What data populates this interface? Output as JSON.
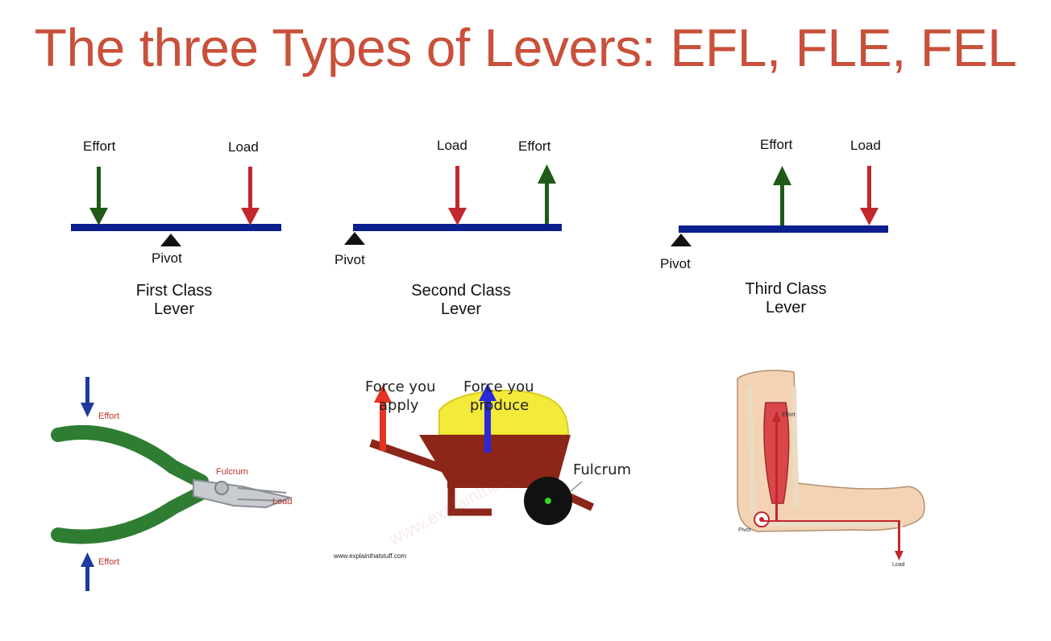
{
  "title": "The three Types of Levers: EFL,  FLE, FEL",
  "colors": {
    "title": "#c9503a",
    "beam": "#0b1f8f",
    "effort_arrow": "#1f5a1a",
    "load_arrow": "#c1272d"
  },
  "diagrams": {
    "first": {
      "effort": "Effort",
      "load": "Load",
      "pivot": "Pivot",
      "caption_line1": "First Class",
      "caption_line2": "Lever"
    },
    "second": {
      "effort": "Effort",
      "load": "Load",
      "pivot": "Pivot",
      "caption_line1": "Second Class",
      "caption_line2": "Lever"
    },
    "third": {
      "effort": "Effort",
      "load": "Load",
      "pivot": "Pivot",
      "caption_line1": "Third Class",
      "caption_line2": "Lever"
    }
  },
  "photos": {
    "pliers": {
      "effort_top": "Effort",
      "fulcrum": "Fulcrum",
      "load": "Load",
      "effort_bottom": "Effort"
    },
    "wheelbarrow": {
      "force_apply_1": "Force you",
      "force_apply_2": "apply",
      "force_produce_1": "Force you",
      "force_produce_2": "produce",
      "fulcrum": "Fulcrum",
      "watermark": "www.explainthatstuff.com",
      "source": "www.explainthatstuff.com"
    },
    "arm": {
      "effort": "Effort",
      "pivot": "Pivot",
      "load": "Load"
    }
  }
}
